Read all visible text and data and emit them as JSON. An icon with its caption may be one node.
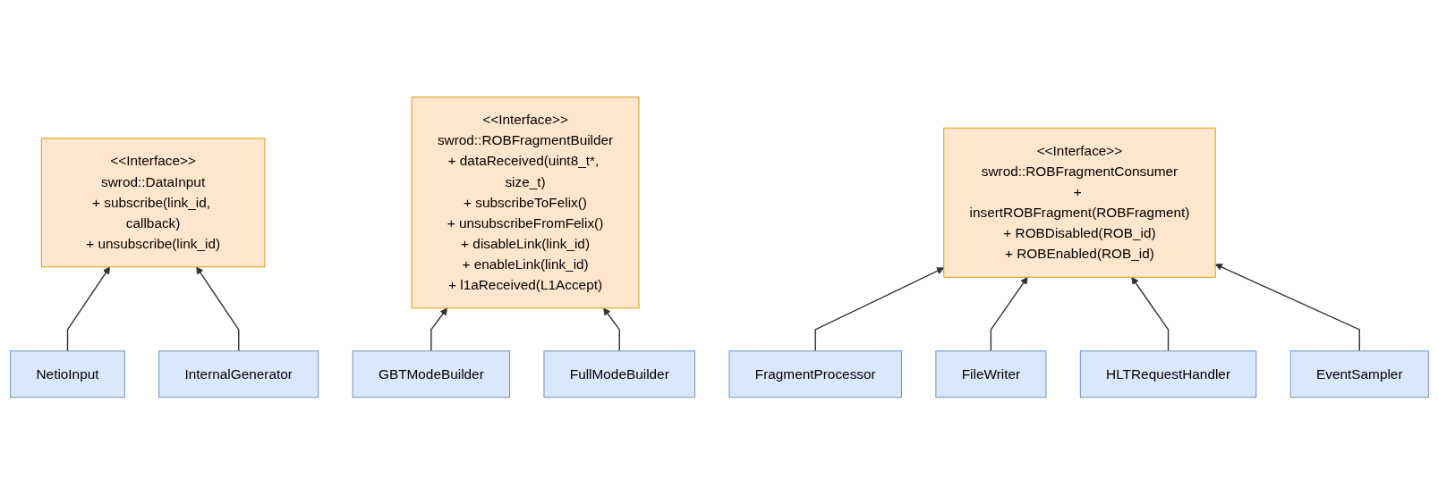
{
  "diagram": {
    "nodes": [
      {
        "text": [
          "<<Interface>>",
          "swrod::DataInput",
          "+ subscribe(link_id, callback)",
          "+ unsubscribe(link_id)"
        ]
      },
      {
        "text": [
          "<<Interface>>",
          "swrod::ROBFragmentBuilder",
          "+ dataReceived(uint8_t*, size_t)",
          "+ subscribeToFelix()",
          "+ unsubscribeFromFelix()",
          "+ disableLink(link_id)",
          "+ enableLink(link_id)",
          "+ l1aReceived(L1Accept)"
        ]
      },
      {
        "text": [
          "<<Interface>>",
          "swrod::ROBFragmentConsumer",
          "+ insertROBFragment(ROBFragment)",
          "+ ROBDisabled(ROB_id)",
          "+ ROBEnabled(ROB_id)"
        ]
      },
      {
        "text": [
          "NetioInput"
        ]
      },
      {
        "text": [
          "InternalGenerator"
        ]
      },
      {
        "text": [
          "GBTModeBuilder"
        ]
      },
      {
        "text": [
          "FullModeBuilder"
        ]
      },
      {
        "text": [
          "FragmentProcessor"
        ]
      },
      {
        "text": [
          "FileWriter"
        ]
      },
      {
        "text": [
          "HLTRequestHandler"
        ]
      },
      {
        "text": [
          "EventSampler"
        ]
      }
    ],
    "edges": [
      {
        "from": 3,
        "to": 0,
        "arrow": "to"
      },
      {
        "from": 4,
        "to": 0,
        "arrow": "to"
      },
      {
        "from": 5,
        "to": 1,
        "arrow": "to"
      },
      {
        "from": 6,
        "to": 1,
        "arrow": "to"
      },
      {
        "from": 7,
        "to": 2,
        "arrow": "to"
      },
      {
        "from": 8,
        "to": 2,
        "arrow": "to"
      },
      {
        "from": 9,
        "to": 2,
        "arrow": "to"
      },
      {
        "from": 10,
        "to": 2,
        "arrow": "to"
      }
    ]
  }
}
